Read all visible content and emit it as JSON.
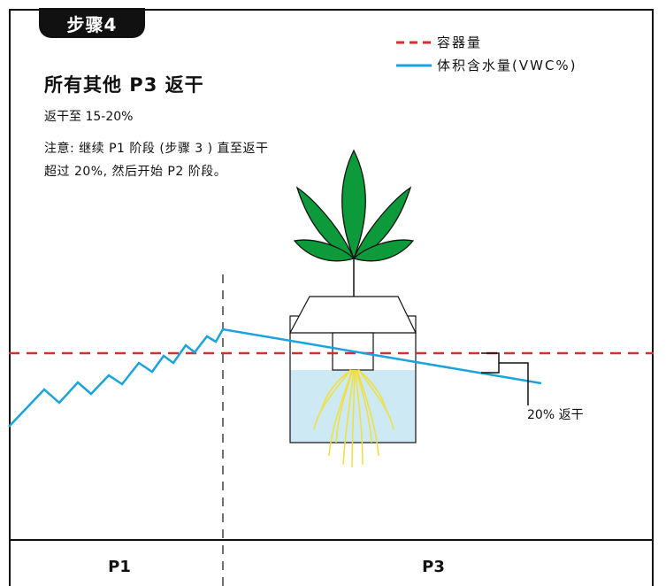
{
  "step_label": "步骤4",
  "title": "所有其他 P3 返干",
  "subtitle": "返干至 15-20%",
  "note": "注意: 继续 P1 阶段 (步骤 3 ) 直至返干超过 20%, 然后开始 P2 阶段。",
  "legend": {
    "container": {
      "label": "容器量",
      "color": "#d62e2e",
      "style": "dashed"
    },
    "vwc": {
      "label": "体积含水量(VWC%)",
      "color": "#1aa3dc",
      "style": "solid"
    }
  },
  "annotation": "20% 返干",
  "phases": [
    "P1",
    "P3"
  ],
  "colors": {
    "leaf": "#0c9a3a",
    "water": "#cde9f4",
    "roots": "#f2df3a",
    "outline": "#111111"
  }
}
